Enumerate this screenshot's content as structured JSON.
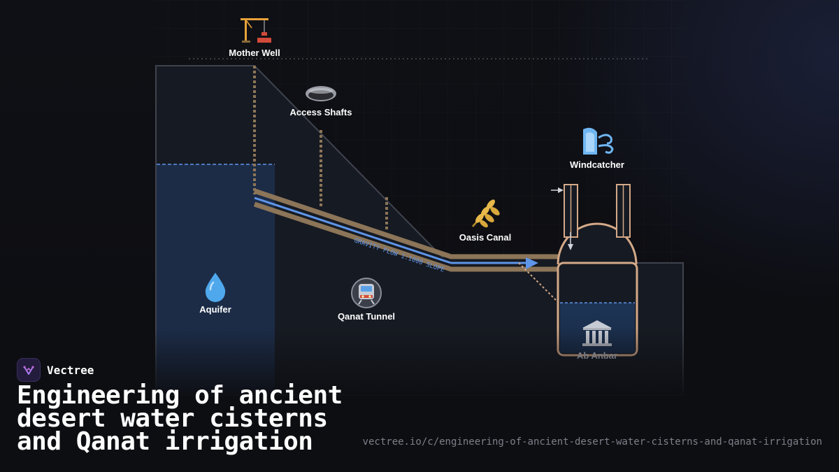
{
  "diagram": {
    "labels": {
      "mother_well": "Mother Well",
      "access_shafts": "Access Shafts",
      "windcatcher": "Windcatcher",
      "oasis_canal": "Oasis Canal",
      "aquifer": "Aquifer",
      "qanat_tunnel": "Qanat Tunnel",
      "ab_anbar": "Ab Anbar",
      "flow_note": "GRAVITY FLOW 1:1000 SLOPE"
    },
    "icons": {
      "mother_well": "crane-icon",
      "access_shafts": "shaft-opening-icon",
      "windcatcher": "wind-icon",
      "oasis_canal": "wheat-icon",
      "aquifer": "water-drop-icon",
      "qanat_tunnel": "metro-icon",
      "ab_anbar": "classical-building-icon"
    },
    "colors": {
      "water": "#5f95e8",
      "earth": "#8c7558",
      "structure": "#d4a988",
      "aquifer_fill": "#1c2c47"
    }
  },
  "brand": {
    "name": "Vectree"
  },
  "title": "Engineering of ancient desert water cisterns and Qanat irrigation",
  "url": "vectree.io/c/engineering-of-ancient-desert-water-cisterns-and-qanat-irrigation"
}
